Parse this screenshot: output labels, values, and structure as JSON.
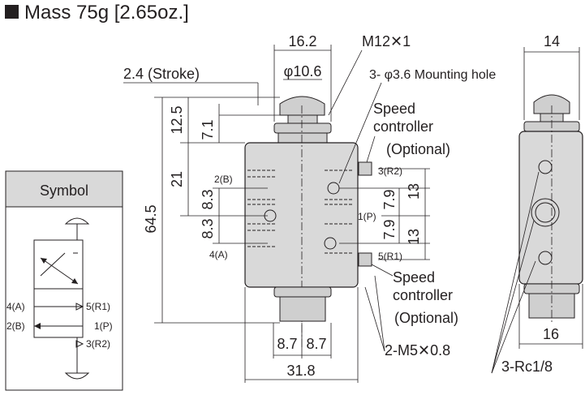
{
  "title": "Mass 75g [2.65oz.]",
  "symbol_panel": {
    "heading": "Symbol",
    "ports": [
      "4(A)",
      "2(B)",
      "5(R1)",
      "1(P)",
      "3(R2)"
    ]
  },
  "dimensions": {
    "width_top": "16.2",
    "bore": "φ10.6",
    "thread": "M12✕1",
    "stroke": "2.4 (Stroke)",
    "mounting_hole": "3- φ3.6 Mounting hole",
    "height_12_5": "12.5",
    "height_7_1": "7.1",
    "height_64_5": "64.5",
    "height_21": "21",
    "height_8_3_a": "8.3",
    "height_8_3_b": "8.3",
    "dim_7_9_a": "7.9",
    "dim_7_9_b": "7.9",
    "dim_13_a": "13",
    "dim_13_b": "13",
    "bottom_8_7_a": "8.7",
    "bottom_8_7_b": "8.7",
    "bottom_width": "31.8",
    "side_width_top": "14",
    "side_width_bottom": "16",
    "port_thread": "2-M5✕0.8",
    "rc_thread": "3-Rc1/8"
  },
  "labels": {
    "speed_controller_top_1": "Speed",
    "speed_controller_top_2": "controller",
    "optional_top": "(Optional)",
    "speed_controller_bot_1": "Speed",
    "speed_controller_bot_2": "controller",
    "optional_bot": "(Optional)",
    "port_2b": "2(B)",
    "port_4a": "4(A)",
    "port_1p": "1(P)",
    "port_3r2": "3(R2)",
    "port_5r1": "5(R1)"
  }
}
